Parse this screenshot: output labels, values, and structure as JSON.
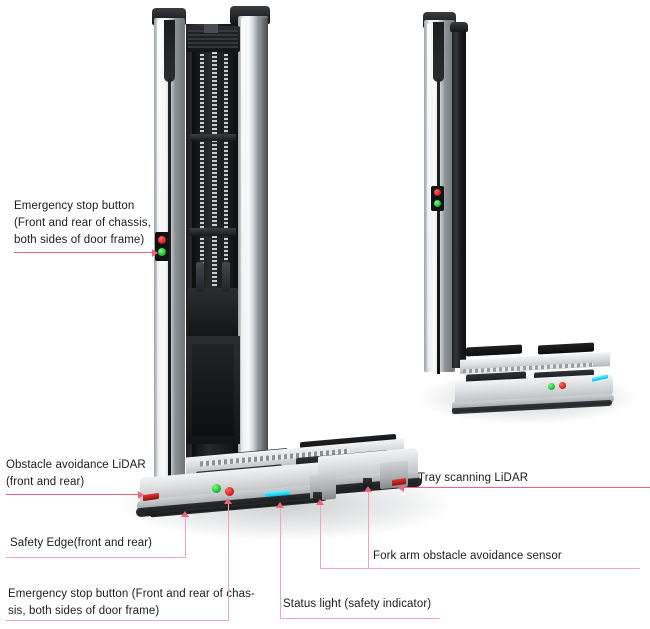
{
  "diagram": {
    "title": "Forklift AMR safety component callout diagram",
    "subject": "pallet-fork autonomous mobile robot",
    "background_color": "#ffffff",
    "leader_color": "#e8657e",
    "text_color": "#1b1b1b"
  },
  "annotations": [
    {
      "id": "emergency-stop-mast",
      "text": "Emergency stop button\n(Front and rear of chassis,\nboth sides of door frame)",
      "side": "left",
      "target": "mast-mounted red/green button pad"
    },
    {
      "id": "obstacle-avoidance-lidar",
      "text": "Obstacle avoidance LiDAR\n(front and rear)",
      "side": "left",
      "target": "front corner LiDAR of chassis"
    },
    {
      "id": "safety-edge",
      "text": "Safety Edge(front and rear)",
      "side": "left",
      "target": "lower chassis bumper edge"
    },
    {
      "id": "emergency-stop-chassis",
      "text": "Emergency stop button (Front and rear of chas-\nsis, both sides of door frame)",
      "side": "bottom-left",
      "target": "chassis top red button"
    },
    {
      "id": "status-light",
      "text": "Status light (safety indicator)",
      "side": "bottom-center",
      "target": "cyan indicator strip on chassis"
    },
    {
      "id": "tray-scanning-lidar",
      "text": "Tray scanning LiDAR",
      "side": "right",
      "target": "fork root scanner housing"
    },
    {
      "id": "fork-arm-sensor",
      "text": "Fork arm obstacle avoidance sensor",
      "side": "bottom-right",
      "target": "sensors on both fork arms"
    }
  ],
  "indicators": {
    "emergency_red": "#cf1411",
    "emergency_green": "#14b52c",
    "status_light_cyan": "#00c3ea",
    "lidar_red": "#d3302a"
  },
  "robots": [
    {
      "id": "robot-front",
      "pose": "three-quarter view, forks toward viewer"
    },
    {
      "id": "robot-rear",
      "pose": "distant unit, forks away"
    }
  ]
}
